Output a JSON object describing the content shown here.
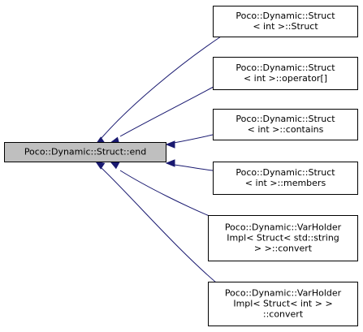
{
  "colors": {
    "root_fill": "#bfbfbf",
    "node_fill": "#ffffff",
    "border": "#000000",
    "edge": "#191970"
  },
  "root": {
    "id": "root",
    "lines": [
      "Poco::Dynamic::Struct::end"
    ]
  },
  "callers": [
    {
      "id": "n1",
      "lines": [
        "Poco::Dynamic::Struct",
        "< int >::Struct"
      ]
    },
    {
      "id": "n2",
      "lines": [
        "Poco::Dynamic::Struct",
        "< int >::operator[]"
      ]
    },
    {
      "id": "n3",
      "lines": [
        "Poco::Dynamic::Struct",
        "< int >::contains"
      ]
    },
    {
      "id": "n4",
      "lines": [
        "Poco::Dynamic::Struct",
        "< int >::members"
      ]
    },
    {
      "id": "n5",
      "lines": [
        "Poco::Dynamic::VarHolder",
        "Impl< Struct< std::string",
        "> >::convert"
      ]
    },
    {
      "id": "n6",
      "lines": [
        "Poco::Dynamic::VarHolder",
        "Impl< Struct< int > >",
        "::convert"
      ]
    }
  ]
}
